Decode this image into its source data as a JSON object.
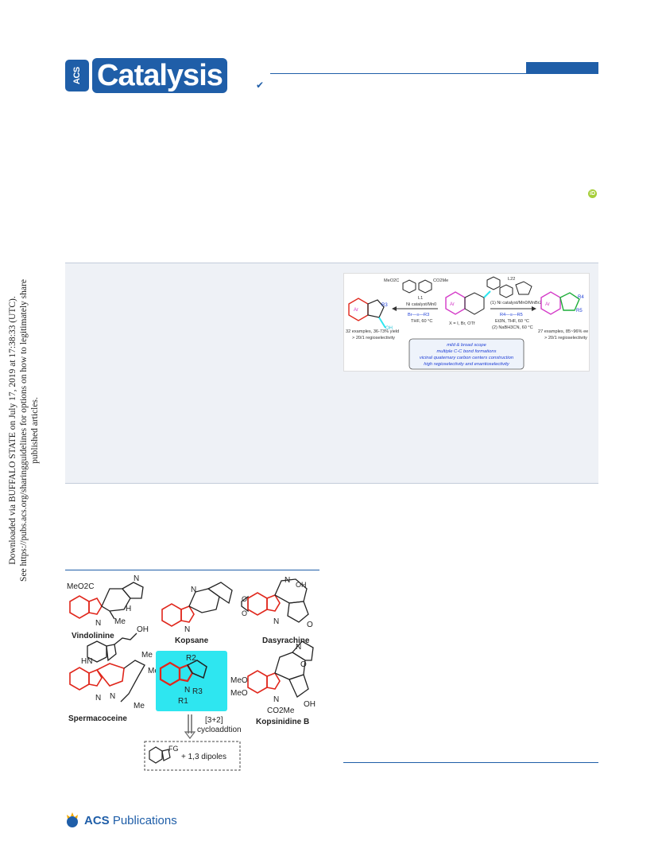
{
  "header": {
    "logo_acs": "ACS",
    "logo_word": "Catalysis",
    "check_icon": "✔",
    "orcid_icon": "iD"
  },
  "side_note": {
    "line1": "Downloaded via BUFFALO STATE on July 17, 2019 at 17:38:33 (UTC).",
    "line2": "See https://pubs.acs.org/sharingguidelines for options on how to legitimately share published articles."
  },
  "toc_graphic": {
    "left": {
      "ester": "MeO2C",
      "ester2": "CO2Me",
      "ligand": "L1",
      "catalyst": "Ni catalyst/Mn0",
      "reagent": "Br—≡—R3",
      "conditions": "THF, 60 °C",
      "examples": "32 examples, 36-73% yield",
      "selectivity": "> 20/1 regioselectivity",
      "group": "OH"
    },
    "center": {
      "x_label": "X = I, Br, OTf"
    },
    "right": {
      "ligand": "L22",
      "step1": "(1) Ni catalyst/Mn0/MnBr2",
      "reagent": "R4—≡—R5",
      "conditions": "Et3N, THF, 60 °C",
      "step2": "(2) NaBH3CN, 60 °C",
      "examples": "27 examples, 85~96% ee",
      "selectivity": "> 20/1 regioselectivity"
    },
    "features": [
      "mild & broad scope",
      "multiple C-C bond formations",
      "vicinal quaternary carbon centers construction",
      "high regioselectivity and enantioselectivity"
    ]
  },
  "figure1": {
    "products": [
      "Vindolinine",
      "Kopsane",
      "Dasyrachine",
      "Spermacoceine",
      "Kopsinidine B"
    ],
    "labels": {
      "meo2c": "MeO2C",
      "me": "Me",
      "h": "H",
      "n": "N",
      "nh": "N",
      "oh": "OH",
      "o": "O",
      "hn": "HN",
      "meo": "MeO",
      "co2me": "CO2Me",
      "r2": "R2",
      "r3": "R3",
      "r1": "R1",
      "fg": "FG"
    },
    "arrow_label_1": "[3+2]",
    "arrow_label_2": "cycloaddtion",
    "dipoles": "+ 1,3 dipoles"
  },
  "footer": {
    "publisher_bold": "ACS",
    "publisher": " Publications"
  },
  "colors": {
    "brand": "#1f5ea8",
    "highlight": "#2ee6f0",
    "red": "#e0261b"
  }
}
